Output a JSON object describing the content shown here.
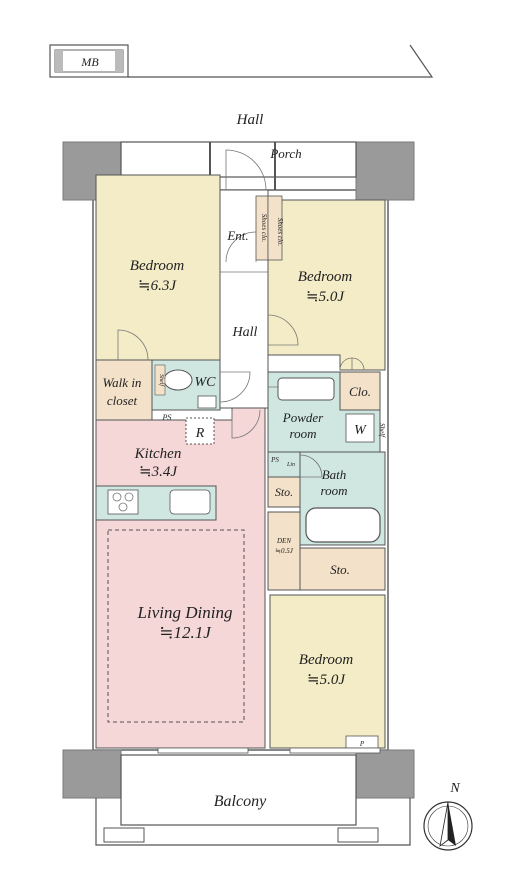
{
  "labels": {
    "mb": "MB",
    "hall_top": "Hall",
    "porch": "Porch",
    "shoes_clo_1": "Shoes clo.",
    "shoes_clo_2": "Shoes clo.",
    "ent": "Ent.",
    "hall_inner": "Hall",
    "bedroom_nw": "Bedroom",
    "bedroom_nw_size": "≒6.3J",
    "bedroom_ne": "Bedroom",
    "bedroom_ne_size": "≒5.0J",
    "walk_in_1": "Walk in",
    "walk_in_2": "closet",
    "wc": "WC",
    "shelf_wc": "Shelf",
    "ps_1": "PS",
    "r": "R",
    "clo": "Clo.",
    "powder_1": "Powder",
    "powder_2": "room",
    "w": "W",
    "shelf_powder": "Shelf",
    "ps_2": "PS",
    "lin": "Lin",
    "bath_1": "Bath",
    "bath_2": "room",
    "sto_small": "Sto.",
    "kitchen": "Kitchen",
    "kitchen_size": "≒3.4J",
    "den_1": "DEN",
    "den_2": "≒0.5J",
    "sto_large": "Sto.",
    "living": "Living Dining",
    "living_size": "≒12.1J",
    "bedroom_s": "Bedroom",
    "bedroom_s_size": "≒5.0J",
    "p": "P",
    "balcony": "Balcony",
    "north": "N"
  },
  "colors": {
    "bedroom": "#f4ecc6",
    "kitchen_living": "#f4d7d6",
    "wet": "#cfe6e1",
    "storage": "#f3e2c9",
    "wall": "#9a9a9a"
  }
}
